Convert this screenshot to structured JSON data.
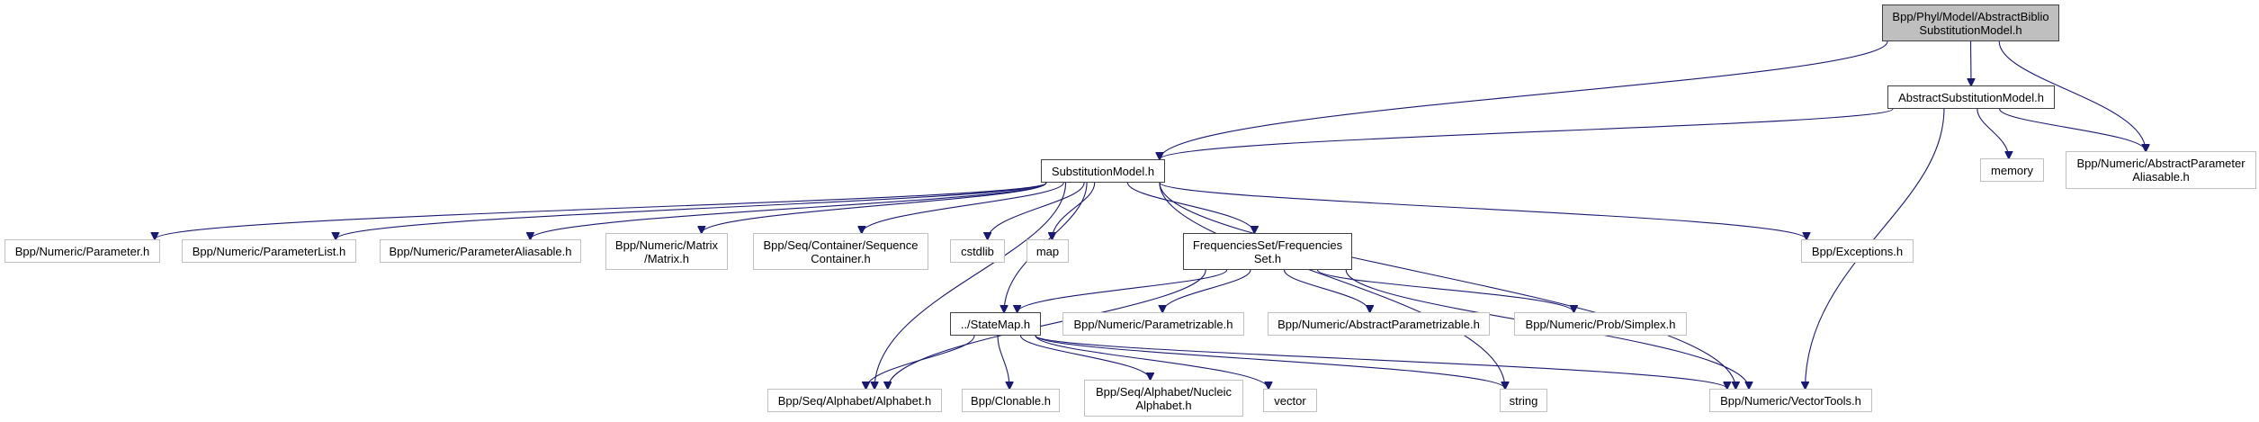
{
  "graph": {
    "type": "include-dependency-graph",
    "edge_color": "#191970",
    "root_fill": "#bfbfbf",
    "nodes": [
      {
        "id": "root",
        "lines": [
          "Bpp/Phyl/Model/AbstractBiblio",
          "SubstitutionModel.h"
        ],
        "kind": "root"
      },
      {
        "id": "abstract_subst",
        "lines": [
          "AbstractSubstitutionModel.h"
        ],
        "kind": "documented"
      },
      {
        "id": "memory",
        "lines": [
          "memory"
        ],
        "kind": "external"
      },
      {
        "id": "abs_param_alias",
        "lines": [
          "Bpp/Numeric/AbstractParameter",
          "Aliasable.h"
        ],
        "kind": "external"
      },
      {
        "id": "subst",
        "lines": [
          "SubstitutionModel.h"
        ],
        "kind": "documented"
      },
      {
        "id": "parameter",
        "lines": [
          "Bpp/Numeric/Parameter.h"
        ],
        "kind": "external"
      },
      {
        "id": "param_list",
        "lines": [
          "Bpp/Numeric/ParameterList.h"
        ],
        "kind": "external"
      },
      {
        "id": "param_alias",
        "lines": [
          "Bpp/Numeric/ParameterAliasable.h"
        ],
        "kind": "external"
      },
      {
        "id": "matrix",
        "lines": [
          "Bpp/Numeric/Matrix",
          "/Matrix.h"
        ],
        "kind": "external"
      },
      {
        "id": "seq_container",
        "lines": [
          "Bpp/Seq/Container/Sequence",
          "Container.h"
        ],
        "kind": "external"
      },
      {
        "id": "cstdlib",
        "lines": [
          "cstdlib"
        ],
        "kind": "external"
      },
      {
        "id": "map",
        "lines": [
          "map"
        ],
        "kind": "external"
      },
      {
        "id": "freq_set",
        "lines": [
          "FrequenciesSet/Frequencies",
          "Set.h"
        ],
        "kind": "documented"
      },
      {
        "id": "exceptions",
        "lines": [
          "Bpp/Exceptions.h"
        ],
        "kind": "external"
      },
      {
        "id": "state_map",
        "lines": [
          "../StateMap.h"
        ],
        "kind": "documented"
      },
      {
        "id": "parametrizable",
        "lines": [
          "Bpp/Numeric/Parametrizable.h"
        ],
        "kind": "external"
      },
      {
        "id": "abs_parametrizable",
        "lines": [
          "Bpp/Numeric/AbstractParametrizable.h"
        ],
        "kind": "external"
      },
      {
        "id": "simplex",
        "lines": [
          "Bpp/Numeric/Prob/Simplex.h"
        ],
        "kind": "external"
      },
      {
        "id": "alphabet",
        "lines": [
          "Bpp/Seq/Alphabet/Alphabet.h"
        ],
        "kind": "external"
      },
      {
        "id": "clonable",
        "lines": [
          "Bpp/Clonable.h"
        ],
        "kind": "external"
      },
      {
        "id": "nucleic",
        "lines": [
          "Bpp/Seq/Alphabet/Nucleic",
          "Alphabet.h"
        ],
        "kind": "external"
      },
      {
        "id": "vector",
        "lines": [
          "vector"
        ],
        "kind": "external"
      },
      {
        "id": "string",
        "lines": [
          "string"
        ],
        "kind": "external"
      },
      {
        "id": "vector_tools",
        "lines": [
          "Bpp/Numeric/VectorTools.h"
        ],
        "kind": "external"
      }
    ],
    "edges": [
      [
        "root",
        "abstract_subst"
      ],
      [
        "root",
        "subst"
      ],
      [
        "root",
        "abs_param_alias"
      ],
      [
        "abstract_subst",
        "subst"
      ],
      [
        "abstract_subst",
        "memory"
      ],
      [
        "abstract_subst",
        "abs_param_alias"
      ],
      [
        "abstract_subst",
        "vector_tools"
      ],
      [
        "subst",
        "parameter"
      ],
      [
        "subst",
        "param_list"
      ],
      [
        "subst",
        "param_alias"
      ],
      [
        "subst",
        "matrix"
      ],
      [
        "subst",
        "seq_container"
      ],
      [
        "subst",
        "cstdlib"
      ],
      [
        "subst",
        "map"
      ],
      [
        "subst",
        "freq_set"
      ],
      [
        "subst",
        "exceptions"
      ],
      [
        "subst",
        "state_map"
      ],
      [
        "subst",
        "alphabet"
      ],
      [
        "subst",
        "string"
      ],
      [
        "subst",
        "vector_tools"
      ],
      [
        "freq_set",
        "state_map"
      ],
      [
        "freq_set",
        "parametrizable"
      ],
      [
        "freq_set",
        "abs_parametrizable"
      ],
      [
        "freq_set",
        "simplex"
      ],
      [
        "freq_set",
        "alphabet"
      ],
      [
        "freq_set",
        "vector_tools"
      ],
      [
        "state_map",
        "alphabet"
      ],
      [
        "state_map",
        "clonable"
      ],
      [
        "state_map",
        "nucleic"
      ],
      [
        "state_map",
        "vector"
      ],
      [
        "state_map",
        "string"
      ],
      [
        "state_map",
        "vector_tools"
      ]
    ]
  }
}
